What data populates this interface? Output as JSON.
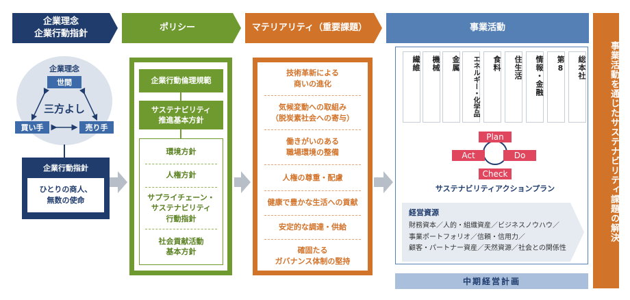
{
  "headers": {
    "philosophy": "企業理念\n企業行動指針",
    "policy": "ポリシー",
    "materiality": "マテリアリティ（重要課題）",
    "business": "事業活動"
  },
  "philosophy": {
    "circle_title": "企業理念",
    "seken": "世間",
    "sanpo": "三方よし",
    "kaite": "買い手",
    "urite": "売り手",
    "guideline_title": "企業行動指針",
    "guideline_text": "ひとりの商人、\n無数の使命"
  },
  "policy": {
    "code": "企業行動倫理規範",
    "basic": "サステナビリティ\n推進基本方針",
    "sub": [
      "環境方針",
      "人権方針",
      "サプライチェーン・\nサステナビリティ\n行動指針",
      "社会貢献活動\n基本方針"
    ]
  },
  "materiality": {
    "items": [
      "技術革新による\n商いの進化",
      "気候変動への取組み\n（脱炭素社会への寄与）",
      "働きがいのある\n職場環境の整備",
      "人権の尊重・配慮",
      "健康で豊かな生活への貢献",
      "安定的な調達・供給",
      "確固たる\nガバナンス体制の堅持"
    ]
  },
  "business": {
    "segments": [
      "繊維",
      "機械",
      "金属",
      "エネルギー・化学品",
      "食料",
      "住生活",
      "情報・金融",
      "第8",
      "総本社"
    ],
    "pdca": {
      "plan": "Plan",
      "do": "Do",
      "check": "Check",
      "act": "Act"
    },
    "action_plan": "サステナビリティアクションプラン",
    "resources_title": "経営資源",
    "resources_text": "財務資本／人的・組織資産／ビジネスノウハウ／\n事業ポートフォリオ／信頼・信用力／\n顧客・パートナー資産／天然資源／社会との関係性",
    "midterm_plan": "中期経営計画"
  },
  "final": "事業活動を通じたサステナビリティ課題の解決",
  "colors": {
    "navy": "#1f3c6d",
    "green": "#6e9a2f",
    "orange": "#d2732a",
    "blue": "#5480b5",
    "pdca": "#e0475e"
  }
}
